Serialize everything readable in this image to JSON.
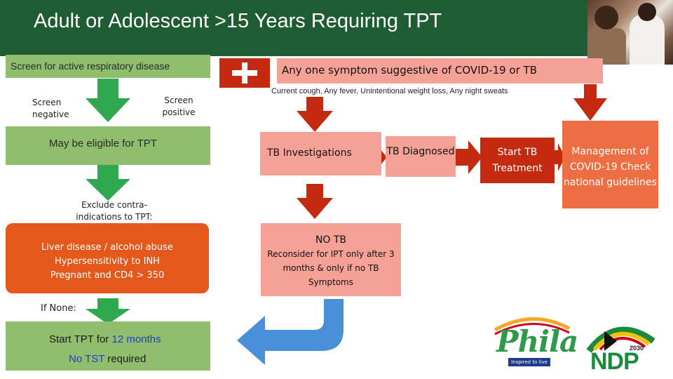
{
  "title": "Adult or Adolescent >15 Years Requiring TPT",
  "left_flow": {
    "screen": "Screen for active respiratory disease",
    "screen_negative": "Screen negative",
    "screen_positive": "Screen positive",
    "eligible": "May be eligible for TPT",
    "exclude": "Exclude contra-indications to TPT:",
    "contraindications": [
      "Liver disease / alcohol abuse",
      "Hypersensitivity to INH",
      "Pregnant and CD4 > 350"
    ],
    "if_none": "If None:",
    "start_tpt_prefix": "Start TPT for ",
    "start_tpt_duration": "12 months",
    "no_tst_prefix": "No TST",
    "no_tst_suffix": " required"
  },
  "right_flow": {
    "symptom_heading": "Any one symptom suggestive of COVID-19 or TB",
    "symptom_list": "Current cough, Any fever, Unintentional weight loss, Any night sweats",
    "tb_investigations": "TB Investigations",
    "tb_diagnosed": "TB Diagnosed",
    "start_tb_treatment": "Start TB Treatment",
    "management": "Management of COVID-19 Check national guidelines",
    "no_tb": "NO TB",
    "reconsider_1": "Reconsider for IPT only after 3",
    "reconsider_2": "months & only if no TB",
    "reconsider_3": "Symptoms"
  },
  "logos": {
    "phila": "Phila",
    "phila_tagline": "Inspired to live",
    "ndp": "NDP",
    "ndp_year": "2030"
  },
  "colors": {
    "title_bar": "#1f5c33",
    "green_box": "#8fbe6c",
    "green_arrow": "#2fa84f",
    "orange": "#e4581c",
    "pink": "#f6a196",
    "red": "#c32a10",
    "blue_arrow": "#4a90d9",
    "accent_text": "#1f3ccf"
  },
  "icons": [
    "plus-icon",
    "down-arrow-icon",
    "right-arrow-icon",
    "u-turn-arrow-icon"
  ]
}
